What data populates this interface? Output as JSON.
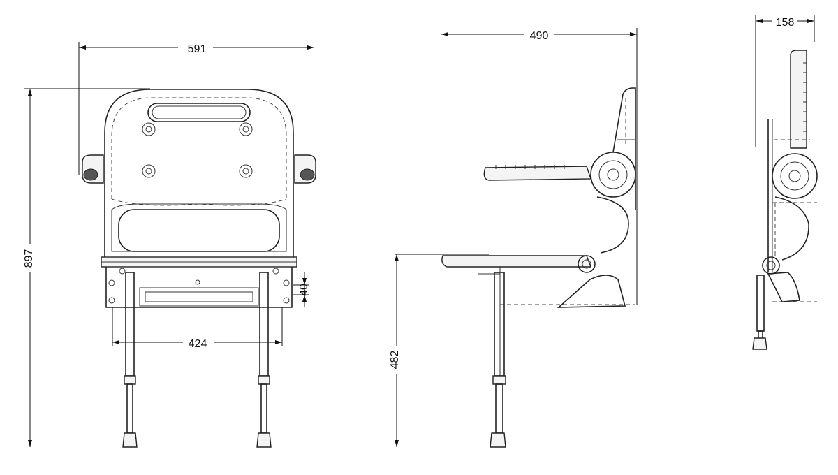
{
  "dimensions": {
    "front_width": "591",
    "front_height": "897",
    "leg_spacing": "424",
    "seat_thickness": "40",
    "side_depth": "490",
    "seat_height": "482",
    "folded_depth": "158"
  }
}
